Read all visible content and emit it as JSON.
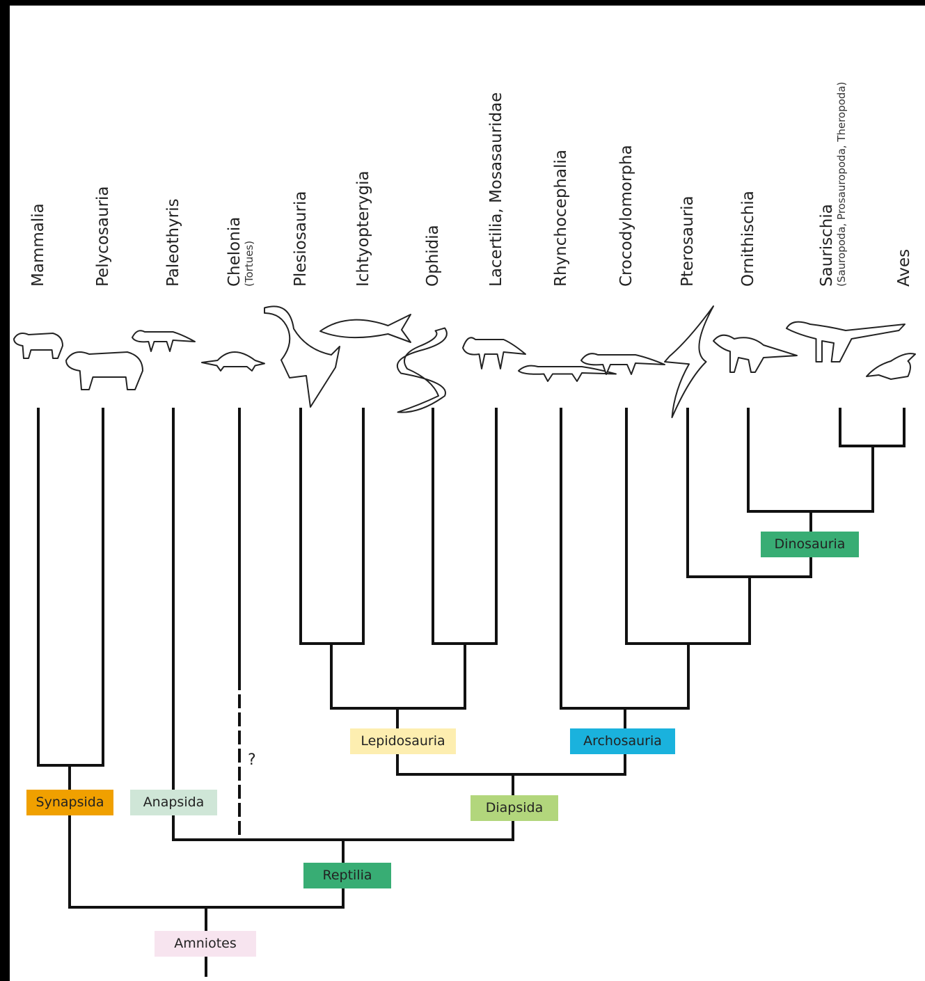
{
  "taxa": [
    {
      "id": "mammalia",
      "name": "Mammalia",
      "sub": ""
    },
    {
      "id": "pelycosauria",
      "name": "Pelycosauria",
      "sub": ""
    },
    {
      "id": "paleothyris",
      "name": "Paleothyris",
      "sub": ""
    },
    {
      "id": "chelonia",
      "name": "Chelonia",
      "sub": "(Tortues)"
    },
    {
      "id": "plesiosauria",
      "name": "Plesiosauria",
      "sub": ""
    },
    {
      "id": "ichtyopterygia",
      "name": "Ichtyopterygia",
      "sub": ""
    },
    {
      "id": "ophidia",
      "name": "Ophidia",
      "sub": ""
    },
    {
      "id": "lacertilia",
      "name": "Lacertilia, Mosasauridae",
      "sub": ""
    },
    {
      "id": "rhynchocephalia",
      "name": "Rhynchocephalia",
      "sub": ""
    },
    {
      "id": "crocodylomorpha",
      "name": "Crocodylomorpha",
      "sub": ""
    },
    {
      "id": "pterosauria",
      "name": "Pterosauria",
      "sub": ""
    },
    {
      "id": "ornithischia",
      "name": "Ornithischia",
      "sub": ""
    },
    {
      "id": "saurischia",
      "name": "Saurischia",
      "sub": "(Sauropoda, Prosauropoda, Theropoda)"
    },
    {
      "id": "aves",
      "name": "Aves",
      "sub": ""
    }
  ],
  "clades": [
    {
      "id": "synapsida",
      "name": "Synapsida",
      "color": "#f0a000"
    },
    {
      "id": "anapsida",
      "name": "Anapsida",
      "color": "#cfe6d7"
    },
    {
      "id": "lepidosauria",
      "name": "Lepidosauria",
      "color": "#fdeeb0"
    },
    {
      "id": "archosauria",
      "name": "Archosauria",
      "color": "#1ab2dd"
    },
    {
      "id": "diapsida",
      "name": "Diapsida",
      "color": "#b2d67c"
    },
    {
      "id": "reptilia",
      "name": "Reptilia",
      "color": "#38ad74"
    },
    {
      "id": "dinosauria",
      "name": "Dinosauria",
      "color": "#38ad74"
    },
    {
      "id": "amniotes",
      "name": "Amniotes",
      "color": "#f7e4ef"
    }
  ],
  "uncertain_mark": "?",
  "animal_icons": [
    "cynodont-icon",
    "pelycosaur-icon",
    "paleothyris-icon",
    "turtle-icon",
    "plesiosaur-icon",
    "ichthyosaur-icon",
    "snake-icon",
    "lizard-icon",
    "rhynchocephalian-icon",
    "crocodile-icon",
    "pterosaur-icon",
    "ornithischian-icon",
    "theropod-icon",
    "bird-icon"
  ]
}
